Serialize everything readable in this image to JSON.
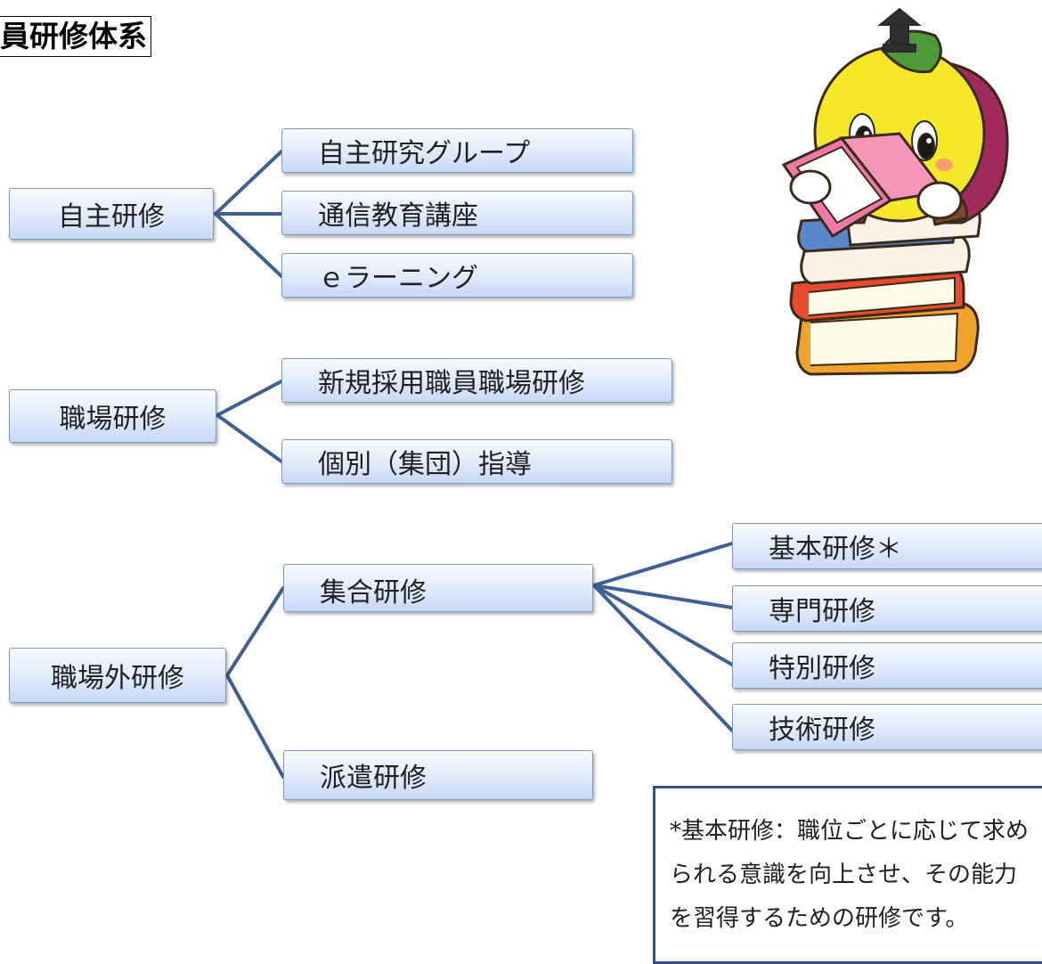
{
  "title": "員研修体系",
  "colors": {
    "connector": "#3f5f96",
    "note_border": "#2e528f",
    "box_border": "#7e97bd"
  },
  "groups": {
    "voluntary": {
      "label": "自主研修",
      "children": [
        "自主研究グループ",
        "通信教育講座",
        "ｅラーニング"
      ]
    },
    "workplace": {
      "label": "職場研修",
      "children": [
        "新規採用職員職場研修",
        "個別（集団）指導"
      ]
    },
    "offsite": {
      "label": "職場外研修",
      "children": [
        "集合研修",
        "派遣研修"
      ],
      "group_training_children": [
        "基本研修＊",
        "専門研修",
        "特別研修",
        "技術研修"
      ]
    }
  },
  "note": {
    "lines": [
      "*基本研修：職位ごとに応じて求め",
      "られる意識を向上させ、その能力",
      "を習得するための研修です。"
    ]
  },
  "mascot": {
    "icon": "mascot-reading-book-on-books"
  }
}
